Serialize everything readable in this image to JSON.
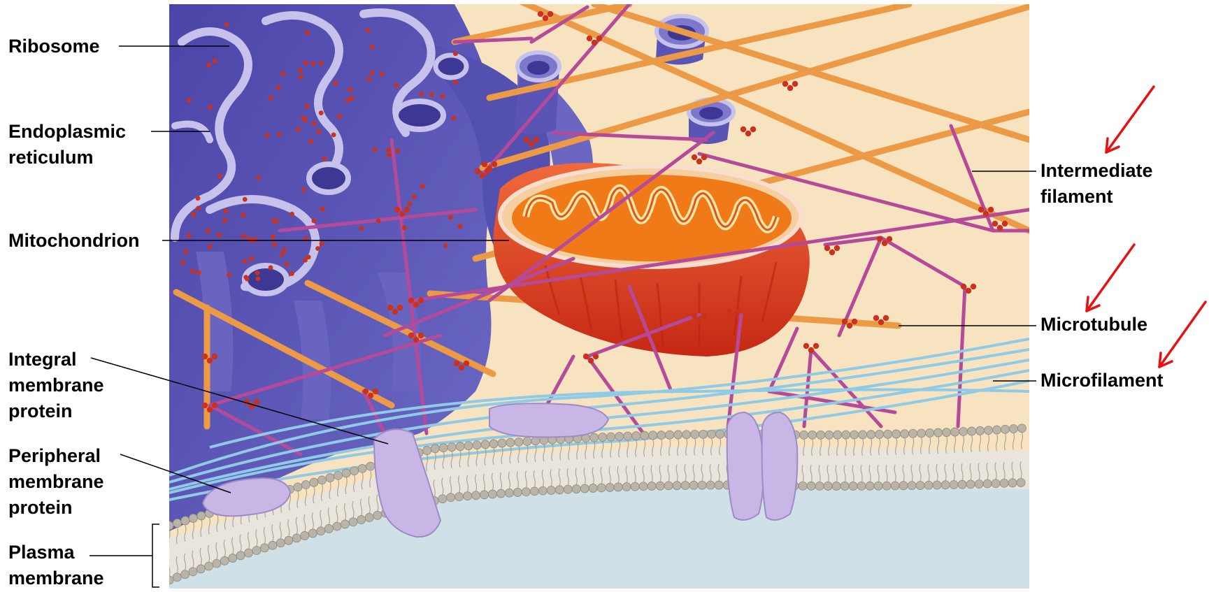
{
  "diagram": {
    "left_labels": {
      "ribosome": [
        "Ribosome"
      ],
      "endoplasmic_reticulum": [
        "Endoplasmic",
        "reticulum"
      ],
      "mitochondrion": [
        "Mitochondrion"
      ],
      "integral_membrane_protein": [
        "Integral",
        "membrane",
        "protein"
      ],
      "peripheral_membrane_protein": [
        "Peripheral",
        "membrane",
        "protein"
      ],
      "plasma_membrane": [
        "Plasma",
        "membrane"
      ]
    },
    "right_labels": {
      "intermediate_filament": [
        "Intermediate",
        "filament"
      ],
      "microtubule": [
        "Microtubule"
      ],
      "microfilament": [
        "Microfilament"
      ]
    },
    "colors": {
      "cytoplasm": "#f7e3c0",
      "extracellular": "#cfe0e6",
      "endoplasmic_reticulum": "#5a55b4",
      "er_edge": "#c7c2ec",
      "ribosome": "#c8321e",
      "mitochondrion": "#d8381e",
      "mito_matrix": "#f07a18",
      "mito_cristae": "#fbe7a8",
      "microtubule": "#ec9a45",
      "intermediate_filament": "#b54a9a",
      "microfilament": "#8fcbe6",
      "membrane_head": "#b9b3a8",
      "membrane_protein": "#c8b6e6",
      "leader_line": "#000000",
      "annotation_arrow": "#e81010"
    },
    "icons": [
      "ribosome-dot",
      "vesicle",
      "lipid-head",
      "annotation-arrow"
    ]
  }
}
